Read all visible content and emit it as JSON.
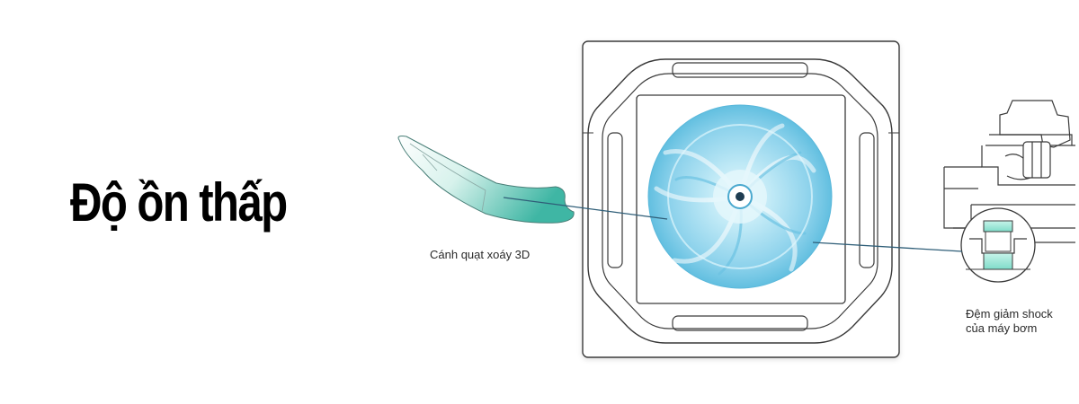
{
  "headline": "Độ ồn thấp",
  "labels": {
    "blade": "Cánh quạt xoáy 3D",
    "shock_line1": "Đệm giảm shock",
    "shock_line2": "của máy bơm"
  },
  "colors": {
    "outline": "#3a3a3a",
    "leader_line": "#2f5e78",
    "fan_light": "#cfeef8",
    "fan_mid": "#8fd3ec",
    "fan_dark": "#4fb2d8",
    "blade_teal": "#3fb6a4",
    "blade_light": "#c9efe8",
    "damper": "#a8ede0"
  }
}
